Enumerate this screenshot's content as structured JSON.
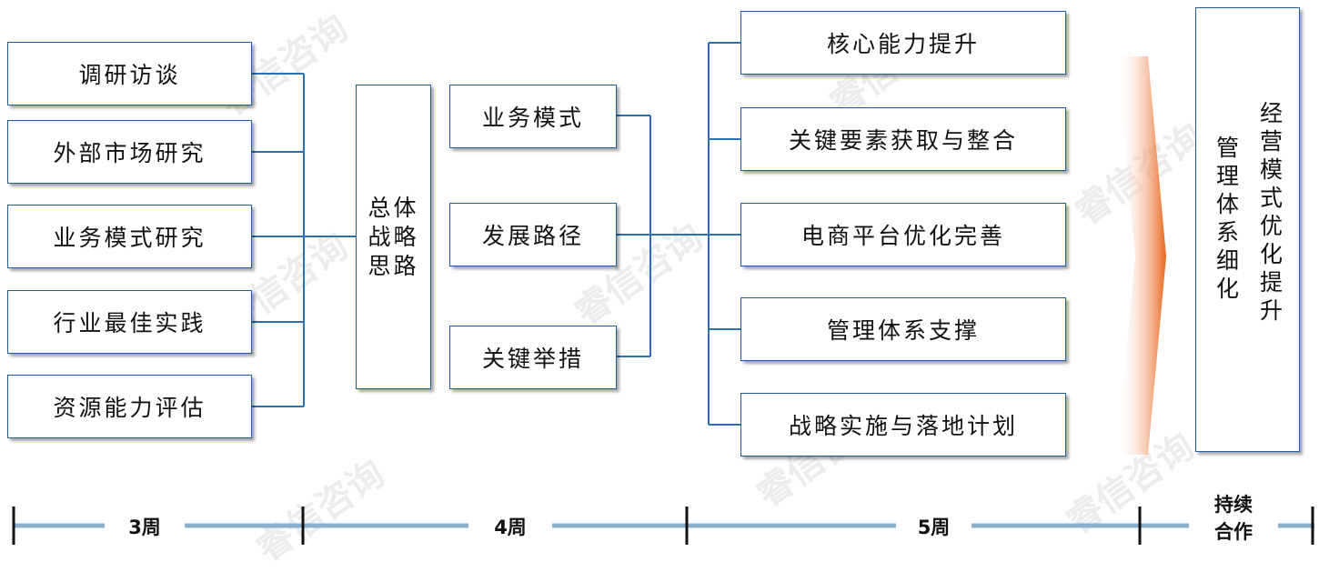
{
  "inputs": [
    {
      "label": "调研访谈"
    },
    {
      "label": "外部市场研究"
    },
    {
      "label": "业务模式研究"
    },
    {
      "label": "行业最佳实践"
    },
    {
      "label": "资源能力评估"
    }
  ],
  "strategy": {
    "lines": [
      "总体",
      "战略",
      "思路"
    ]
  },
  "middle": [
    {
      "label": "业务模式"
    },
    {
      "label": "发展路径"
    },
    {
      "label": "关键举措"
    }
  ],
  "outputs": [
    {
      "label": "核心能力提升"
    },
    {
      "label": "关键要素获取与整合"
    },
    {
      "label": "电商平台优化完善"
    },
    {
      "label": "管理体系支撑"
    },
    {
      "label": "战略实施与落地计划"
    }
  ],
  "final": {
    "col1": "经营模式优化提升",
    "col2": "管理体系细化"
  },
  "timeline": {
    "phase1": "3周",
    "phase2": "4周",
    "phase3": "5周",
    "phase4_line1": "持续",
    "phase4_line2": "合作"
  },
  "watermark": "睿信咨询",
  "colors": {
    "connector": "#2e6fb0",
    "timeline": "#8bb0cb",
    "arrow": "#e8661c",
    "border": "#1f5fa0"
  }
}
